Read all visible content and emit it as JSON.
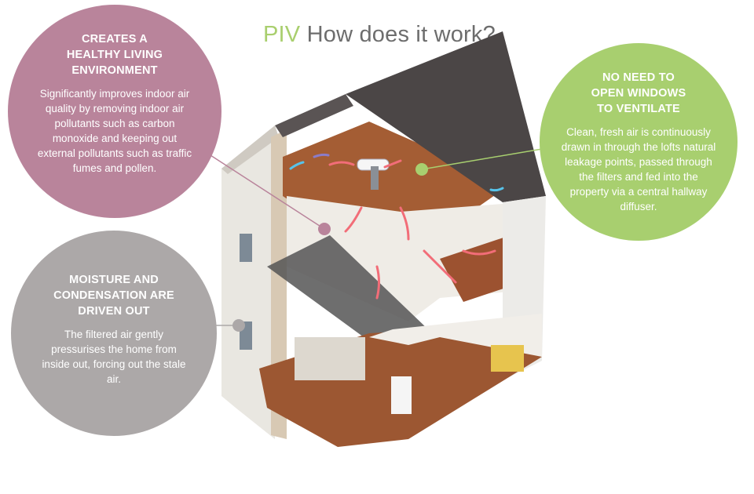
{
  "title": {
    "prefix": "PIV",
    "text": "How does it work?"
  },
  "colors": {
    "pink": "#b9849b",
    "green": "#a8cf6f",
    "grey": "#aca8a8",
    "title_accent": "#a9cf6e"
  },
  "callouts": [
    {
      "heading": "CREATES A HEALTHY LIVING ENVIRONMENT",
      "lines": [
        "CREATES A",
        "HEALTHY LIVING",
        "ENVIRONMENT"
      ],
      "body": "Significantly improves indoor air quality by removing indoor air pollutants such as carbon monoxide and keeping out external pollutants such as traffic fumes and pollen."
    },
    {
      "heading": "NO NEED TO OPEN WINDOWS TO VENTILATE",
      "lines": [
        "NO NEED TO",
        "OPEN WINDOWS",
        "TO VENTILATE"
      ],
      "body": "Clean, fresh air is continuously drawn in through the lofts natural leakage points, passed through the filters and fed into the property via a central hallway diffuser."
    },
    {
      "heading": "MOISTURE AND CONDENSATION ARE DRIVEN OUT",
      "lines": [
        "MOISTURE AND",
        "CONDENSATION ARE",
        "DRIVEN OUT"
      ],
      "body": "The filtered air gently pressurises the home from inside out, forcing out the stale air."
    }
  ]
}
